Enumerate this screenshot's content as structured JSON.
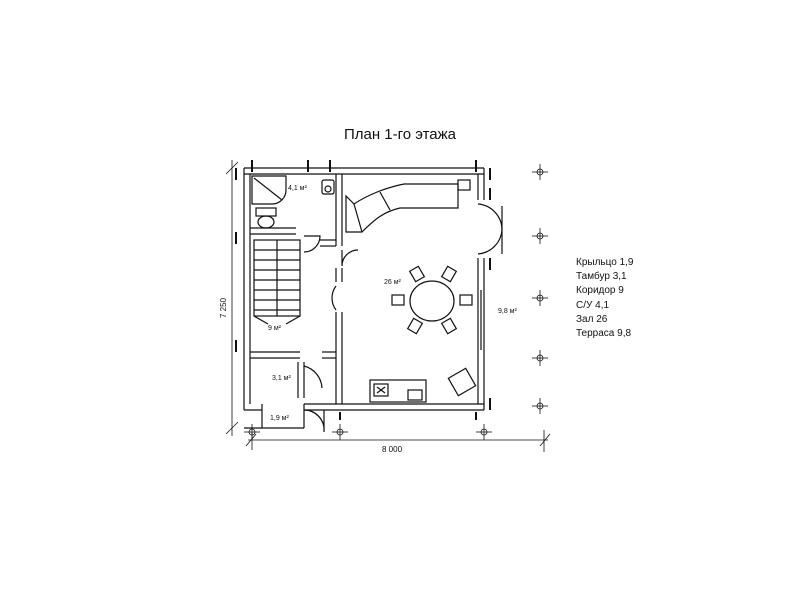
{
  "title": "План 1-го этажа",
  "dimensions": {
    "width": "8 000",
    "height": "7 250"
  },
  "room_labels": {
    "bathroom": "4,1 м²",
    "living": "26 м²",
    "terrace": "9,8 м²",
    "corridor": "9 м²",
    "vestibule": "3,1 м²",
    "porch": "1,9 м²"
  },
  "legend": [
    "Крыльцо 1,9",
    "Тамбур 3,1",
    "Коридор 9",
    "С/У 4,1",
    "Зал 26",
    "Терраса 9,8"
  ]
}
